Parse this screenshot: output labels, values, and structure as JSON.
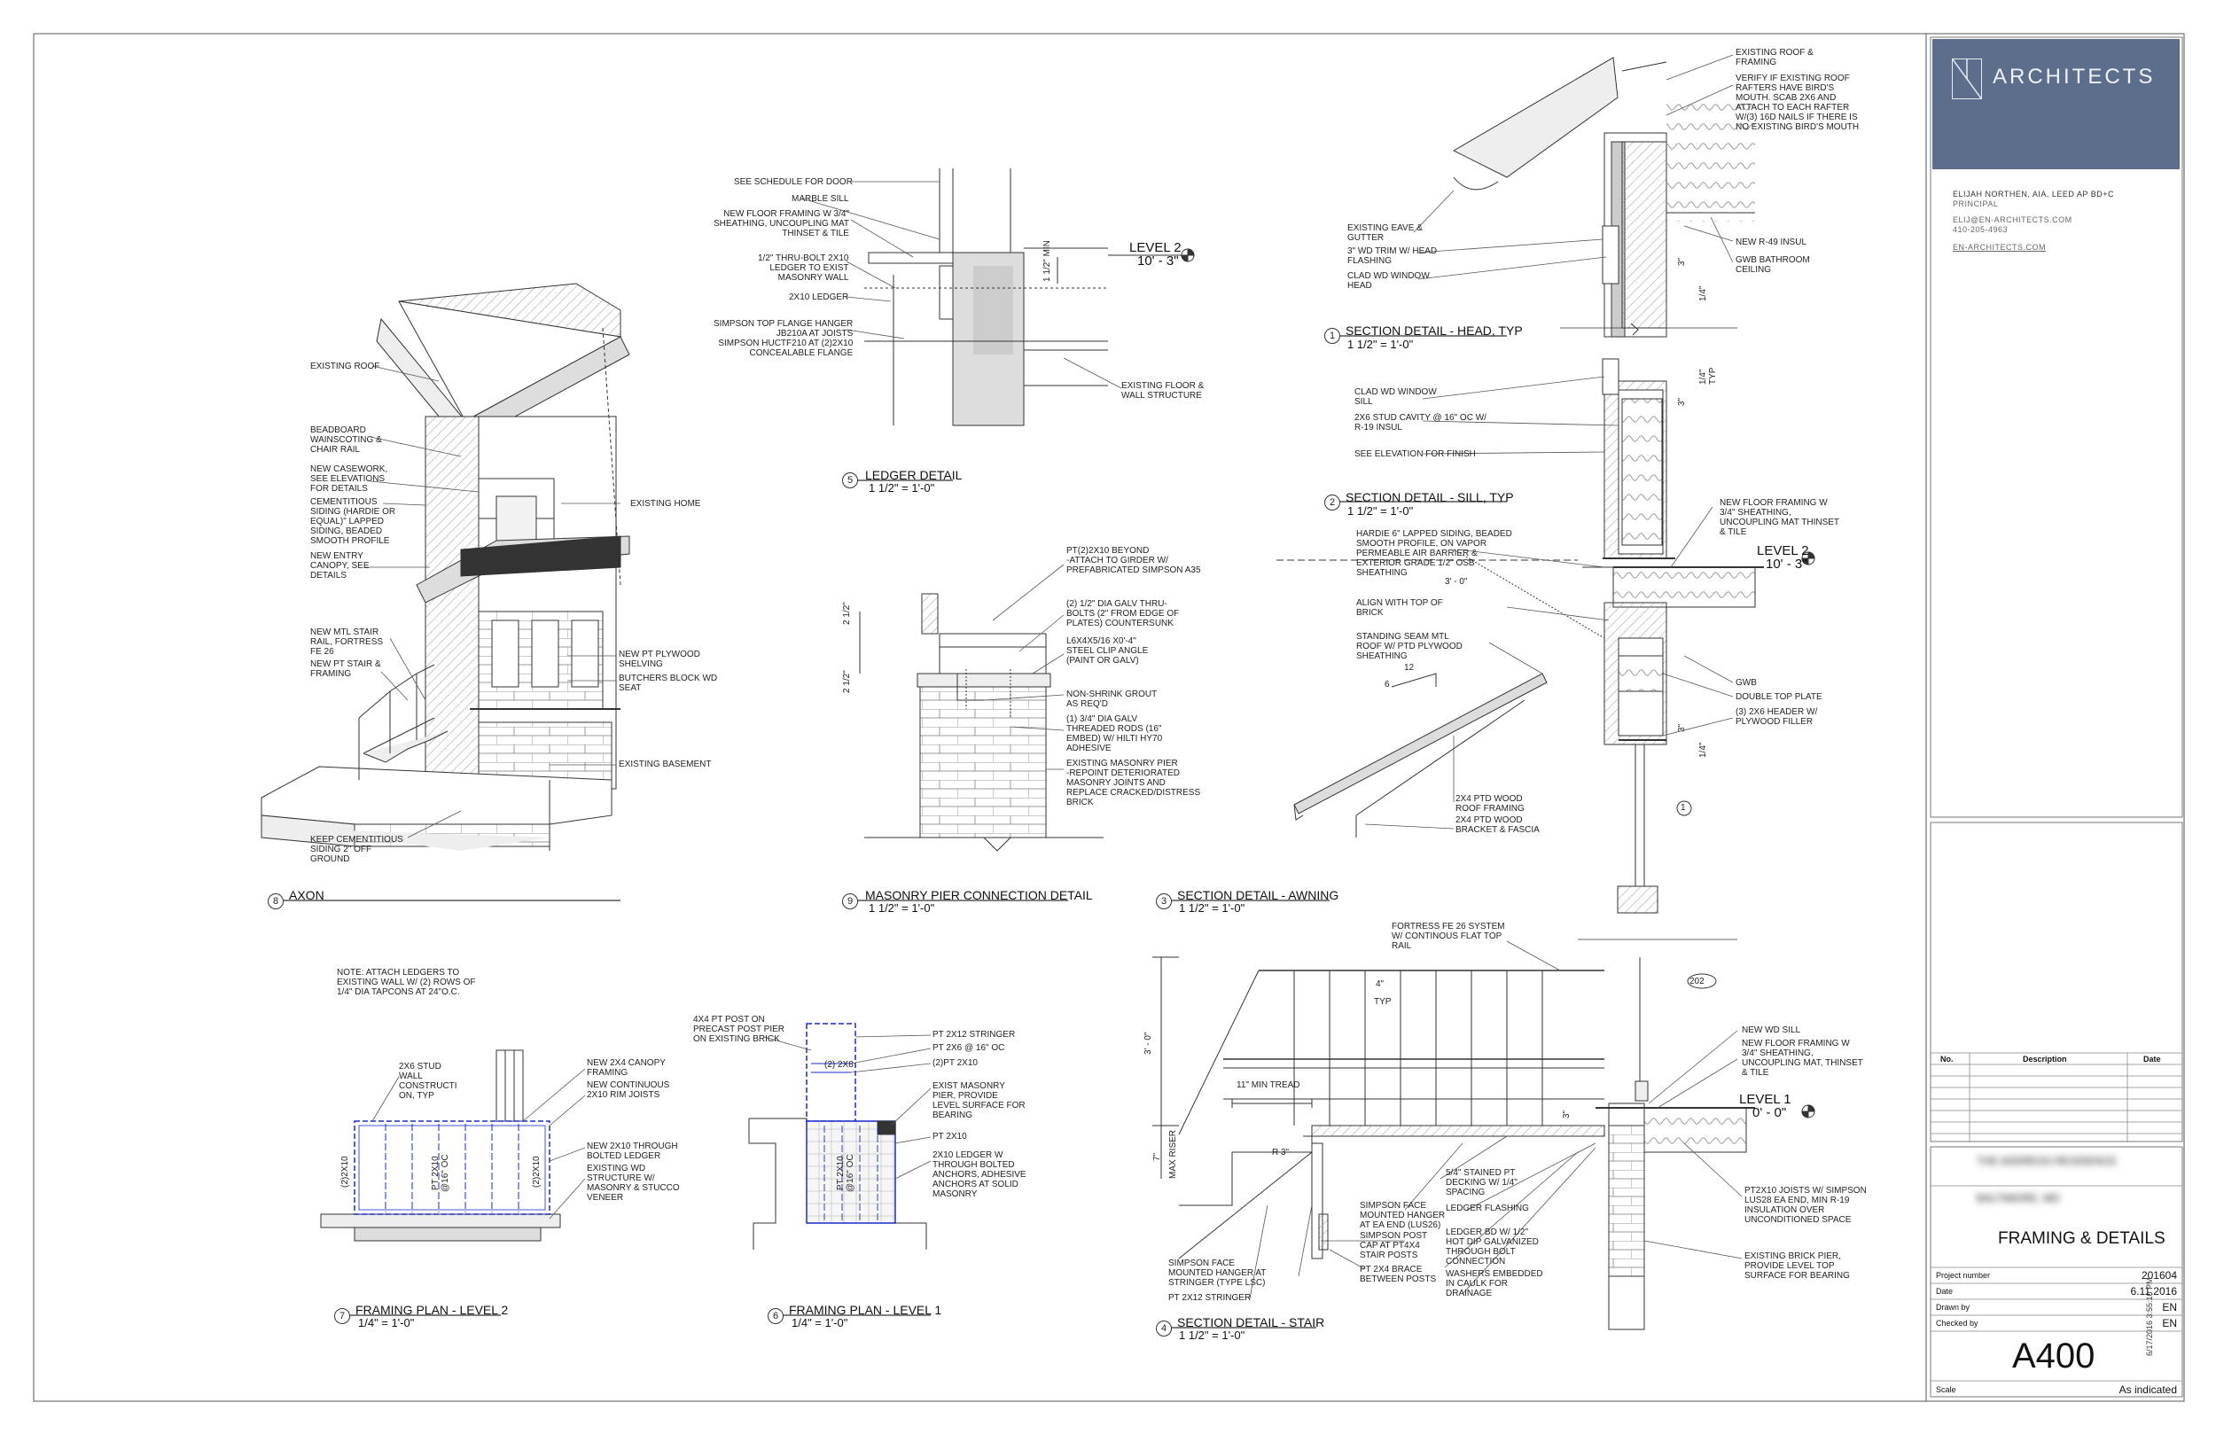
{
  "title_block": {
    "firm": "ARCHITECTS",
    "principal_name": "ELIJAH NORTHEN, AIA, LEED AP BD+C",
    "principal_title": "PRINCIPAL",
    "email": "ELIJ@EN-ARCHITECTS.COM",
    "phone": "410-205-4963",
    "website": "EN-ARCHITECTS.COM",
    "revisions": {
      "headers": [
        "No.",
        "Description",
        "Date"
      ]
    },
    "project_blurred_1": "THE ADDRESS RESIDENCE",
    "project_blurred_2": "BALTIMORE, MD",
    "sheet_title": "FRAMING & DETAILS",
    "rows": [
      {
        "label": "Project number",
        "value": "201604"
      },
      {
        "label": "Date",
        "value": "6.11.2016"
      },
      {
        "label": "Drawn by",
        "value": "EN"
      },
      {
        "label": "Checked by",
        "value": "EN"
      }
    ],
    "sheet_number": "A400",
    "scale_label": "Scale",
    "scale_value": "As indicated",
    "timestamp": "6/17/2016 3:55:10 PM"
  },
  "views": {
    "axon": {
      "num": "8",
      "title": "AXON"
    },
    "ledger": {
      "num": "5",
      "title": "LEDGER DETAIL",
      "scale": "1 1/2\" = 1'-0\""
    },
    "pier": {
      "num": "9",
      "title": "MASONRY PIER CONNECTION DETAIL",
      "scale": "1 1/2\" = 1'-0\""
    },
    "head": {
      "num": "1",
      "title": "SECTION DETAIL - HEAD, TYP",
      "scale": "1 1/2\" = 1'-0\""
    },
    "sill": {
      "num": "2",
      "title": "SECTION DETAIL - SILL, TYP",
      "scale": "1 1/2\" = 1'-0\""
    },
    "awning": {
      "num": "3",
      "title": "SECTION DETAIL - AWNING",
      "scale": "1 1/2\" = 1'-0\""
    },
    "stair": {
      "num": "4",
      "title": "SECTION DETAIL - STAIR",
      "scale": "1 1/2\" = 1'-0\""
    },
    "plan2": {
      "num": "7",
      "title": "FRAMING PLAN - LEVEL 2",
      "scale": "1/4\" = 1'-0\""
    },
    "plan1": {
      "num": "6",
      "title": "FRAMING PLAN - LEVEL 1",
      "scale": "1/4\" = 1'-0\""
    }
  },
  "levels": {
    "ledger_l2": {
      "name": "LEVEL 2",
      "elev": "10' - 3\""
    },
    "sec_l2": {
      "name": "LEVEL 2",
      "elev": "10' - 3\""
    },
    "sec_l1": {
      "name": "LEVEL 1",
      "elev": "0' - 0\""
    }
  },
  "notes": {
    "ax_roof": "EXISTING ROOF",
    "ax_bead": "BEADBOARD\nWAINSCOTING &\nCHAIR RAIL",
    "ax_case": "NEW CASEWORK,\nSEE ELEVATIONS\nFOR DETAILS",
    "ax_siding": "CEMENTITIOUS\nSIDING (HARDIE OR\nEQUAL)\" LAPPED\nSIDING, BEADED\nSMOOTH PROFILE",
    "ax_canopy": "NEW ENTRY\nCANOPY, SEE\nDETAILS",
    "ax_rail": "NEW MTL STAIR\nRAIL, FORTRESS\nFE 26",
    "ax_stair": "NEW PT STAIR &\nFRAMING",
    "ax_home": "EXISTING HOME",
    "ax_shelving": "NEW PT PLYWOOD\nSHELVING",
    "ax_butcher": "BUTCHERS BLOCK WD\nSEAT",
    "ax_basement": "EXISTING BASEMENT",
    "ax_keep": "KEEP CEMENTITIOUS\nSIDING 2\" OFF\nGROUND",
    "ld_door": "SEE SCHEDULE FOR DOOR",
    "ld_sill": "MARBLE SILL",
    "ld_floor": "NEW FLOOR FRAMING W 3/4\"\nSHEATHING, UNCOUPLING MAT\nTHINSET & TILE",
    "ld_bolt": "1/2\" THRU-BOLT 2X10\nLEDGER TO EXIST\nMASONRY WALL",
    "ld_ledger": "2X10 LEDGER",
    "ld_hanger": "SIMPSON TOP FLANGE HANGER\nJB210A AT JOISTS\nSIMPSON HUCTF210 AT (2)2X10\nCONCEALABLE FLANGE",
    "ld_exist": "EXISTING FLOOR &\nWALL STRUCTURE",
    "ld_dim": "1 1/2\" MIN",
    "mp_girder": "PT(2)2X10 BEYOND\n-ATTACH TO GIRDER w/\nPREFABRICATED SIMPSON A35",
    "mp_bolts": "(2) 1/2\" DIA GALV THRU-\nBOLTS (2\" FROM EDGE OF\nPLATES) COUNTERSUNK",
    "mp_angle": "L6X4X5/16 X0'-4\"\nSTEEL CLIP ANGLE\n(PAINT OR GALV)",
    "mp_grout": "NON-SHRINK GROUT\nAS REQ'D",
    "mp_rods": "(1) 3/4\" DIA GALV\nTHREADED RODS (16\"\nEMBED) w/ HILTI HY70\nADHESIVE",
    "mp_pier": "EXISTING MASONRY PIER\n-REPOINT DETERIORATED\nMASONRY JOINTS AND\nREPLACE CRACKED/DISTRESS\nBRICK",
    "mp_d1": "2 1/2\"",
    "mp_d2": "2 1/2\"",
    "hd_roof": "EXISTING ROOF &\nFRAMING",
    "hd_verify": "VERIFY IF EXISTING ROOF\nRAFTERS HAVE BIRD'S\nMOUTH. SCAB 2X6 AND\nATTACH TO EACH RAFTER\nw/(3) 16d NAILS IF THERE IS\nNO EXISTING BIRD'S MOUTH",
    "hd_eave": "EXISTING EAVE &\nGUTTER",
    "hd_trim": "3\" WD TRIM W/ HEAD\nFLASHING",
    "hd_window": "CLAD WD WINDOW\nHEAD",
    "hd_insul": "NEW R-49 INSUL",
    "hd_gwb": "GWB BATHROOM\nCEILING",
    "hd_d1": "3\"",
    "hd_d2": "1/4\"",
    "sl_window": "CLAD WD WINDOW\nSILL",
    "sl_stud": "2X6 STUD CAVITY @ 16\" OC W/\nR-19 INSUL",
    "sl_elev": "SEE ELEVATION FOR FINISH",
    "sl_d1": "3\"",
    "sl_d2": "1/4\"\nTYP",
    "sl_floor": "NEW FLOOR FRAMING W\n3/4\" SHEATHING,\nUNCOUPLING MAT THINSET\n& TILE",
    "aw_hardie": "HARDIE 6\" LAPPED SIDING, BEADED\nSMOOTH PROFILE, ON VAPOR\nPERMEABLE AIR BARRIER &\nEXTERIOR GRADE 1/2\" OSB\nSHEATHING",
    "aw_dim": "3' - 0\"",
    "aw_align": "ALIGN WITH TOP OF\nBRICK",
    "aw_seam": "STANDING SEAM MTL\nROOF W/ PTD PLYWOOD\nSHEATHING",
    "aw_slope_rise": "6",
    "aw_slope_run": "12",
    "aw_gwb": "GWB",
    "aw_plate": "DOUBLE TOP PLATE",
    "aw_header": "(3) 2X6 HEADER W/\nPLYWOOD FILLER",
    "aw_d1": "3\"",
    "aw_d2": "1/4\"",
    "aw_rafter": "2X4 PTD WOOD\nROOF FRAMING",
    "aw_bracket": "2X4 PTD WOOD\nBRACKET & FASCIA",
    "aw_tag": "1",
    "st_rail": "FORTRESS FE 26 SYSTEM\nW/ CONTINOUS FLAT TOP\nRAIL",
    "st_tag": "202",
    "st_four": "4\"",
    "st_typ": "TYP",
    "st_height": "3' - 0\"",
    "st_tread": "11\" MIN TREAD",
    "st_riser": "MAX RISER",
    "st_seven": "7\"",
    "st_r": "R 3\"",
    "st_d1": "3\"",
    "st_sill": "NEW WD SILL",
    "st_floor": "NEW FLOOR FRAMING W\n3/4\" SHEATHING,\nUNCOUPLING MAT, THINSET\n& TILE",
    "st_decking": "5/4\" STAINED PT\nDECKING W/ 1/4\"\nSPACING",
    "st_face": "SIMPSON FACE\nMOUNTED HANGER\nAT EA END (LUS26)",
    "st_flashing": "LEDGER FLASHING",
    "st_postcap": "SIMPSON POST\nCAP AT PT4X4\nSTAIR POSTS",
    "st_ledgerbd": "LEDGER BD W/ 1/2\"\nHOT DIP GALVANIZED\nTHROUGH BOLT\nCONNECTION",
    "st_brace": "PT 2X4 BRACE\nBETWEEN POSTS",
    "st_washers": "WASHERS EMBEDDED\nIN CAULK FOR\nDRAINAGE",
    "st_hangerlsc": "SIMPSON FACE\nMOUNTED HANGER AT\nSTRINGER (TYPE LSC)",
    "st_stringer": "PT 2X12 STRINGER",
    "st_joists": "PT2X10 JOISTS w/ SIMPSON\nLUS28 EA END, MIN R-19\nINSULATION OVER\nUNCONDITIONED SPACE",
    "st_pier": "EXISTING BRICK PIER,\nPROVIDE LEVEL TOP\nSURFACE FOR BEARING",
    "p2_note": "NOTE: ATTACH LEDGERS TO\nEXISTING WALL w/ (2) ROWS OF\n1/4\" DIA TAPCONS AT 24\"O.C.",
    "p2_stud": "2X6 STUD\nWALL\nCONSTRUCTI\nON, TYP",
    "p2_canopy": "NEW 2X4 CANOPY\nFRAMING",
    "p2_rim": "NEW CONTINUOUS\n2X10 RIM JOISTS",
    "p2_thru": "NEW 2X10 THROUGH\nBOLTED LEDGER",
    "p2_exist": "EXISTING WD\nSTRUCTURE W/\nMASONRY & STUCCO\nVENEER",
    "p2_left": "(2)2X10",
    "p2_mid": "PT 2X10\n@16\" OC",
    "p2_right": "(2)2X10",
    "p1_post": "4X4 PT POST ON\nPRECAST POST PIER\nON EXISTING BRICK",
    "p1_stringer": "PT 2X12 STRINGER",
    "p1_2x6": "PT 2X6 @ 16\" OC",
    "p1_2x10": "(2)PT 2X10",
    "p1_mason": "EXIST MASONRY\nPIER, PROVIDE\nLEVEL SURFACE FOR\nBEARING",
    "p1_pt2x10": "PT 2X10",
    "p1_ledger": "2X10 LEDGER W\nTHROUGH BOLTED\nANCHORS, ADHESIVE\nANCHORS AT SOLID\nMASONRY",
    "p1_2x8": "(2) 2X8",
    "p1_mid": "PT 2X10\n@16\" OC"
  }
}
